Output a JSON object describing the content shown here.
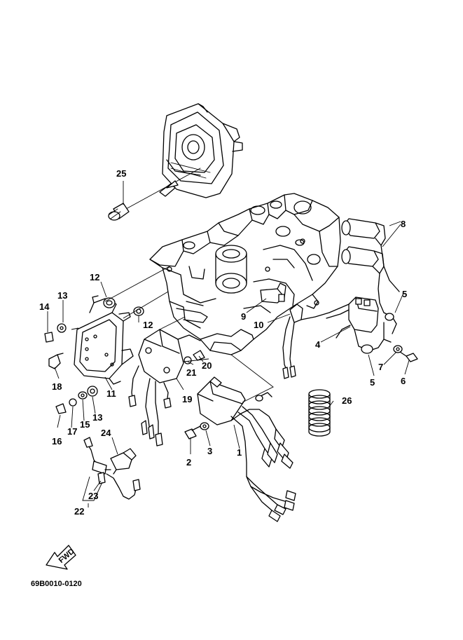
{
  "diagram": {
    "callouts": {
      "c1": "1",
      "c2": "2",
      "c3": "3",
      "c4": "4",
      "c5a": "5",
      "c5b": "5",
      "c6": "6",
      "c7": "7",
      "c8": "8",
      "c9": "9",
      "c10": "10",
      "c11": "11",
      "c12a": "12",
      "c12b": "12",
      "c13a": "13",
      "c13b": "13",
      "c14": "14",
      "c15": "15",
      "c16": "16",
      "c17": "17",
      "c18": "18",
      "c19": "19",
      "c20": "20",
      "c21": "21",
      "c22": "22",
      "c23": "23",
      "c24": "24",
      "c25": "25",
      "c26": "26"
    },
    "fwd_label": "FWD",
    "drawing_code": "69B0010-0120"
  },
  "colors": {
    "line": "#000000",
    "background": "#ffffff"
  }
}
